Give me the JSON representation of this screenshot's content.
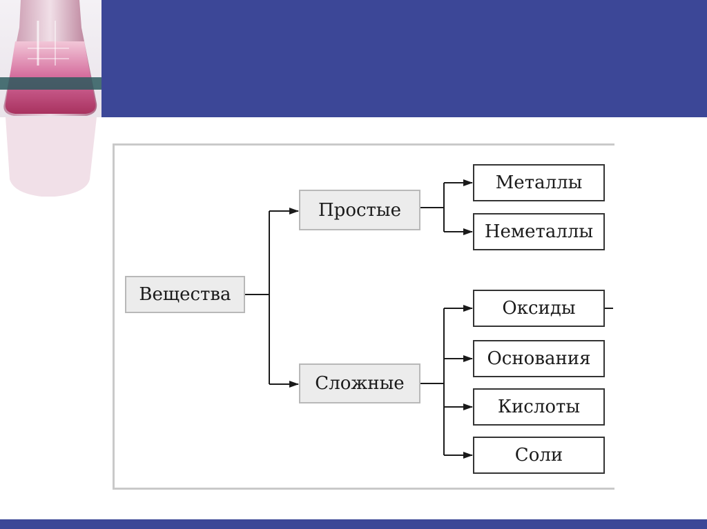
{
  "diagram": {
    "root": "Вещества",
    "simple": {
      "label": "Простые",
      "children": [
        "Металлы",
        "Неметаллы"
      ]
    },
    "complex": {
      "label": "Сложные",
      "children": [
        "Оксиды",
        "Основания",
        "Кислоты",
        "Соли"
      ]
    }
  },
  "colors": {
    "header": "#3c4797",
    "node_fill_grey": "#ececec",
    "line": "#1a1a1a"
  },
  "icons": [
    "flask-image"
  ]
}
